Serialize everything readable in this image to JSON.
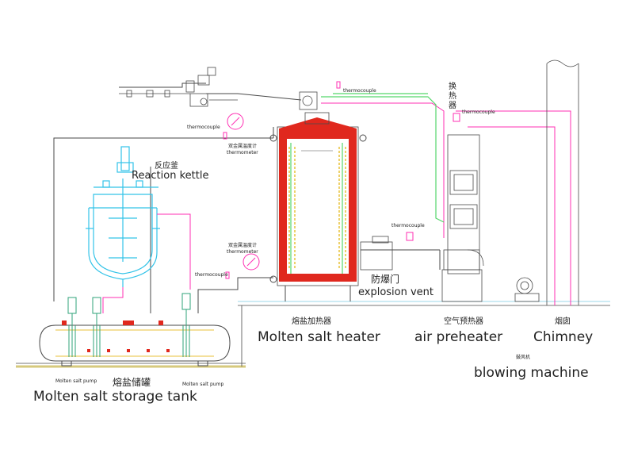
{
  "labels": {
    "reaction_kettle_cn": "反应釜",
    "reaction_kettle_en": "Reaction kettle",
    "thermocouple": "thermocouple",
    "thermometer_cn": "双金属温度计",
    "thermometer_en": "thermometer",
    "explosion_vent_cn": "防爆门",
    "explosion_vent_en": "explosion vent",
    "heater_cn": "熔盐加热器",
    "heater_en": "Molten salt heater",
    "preheater_cn": "空气预热器",
    "preheater_en": "air preheater",
    "chimney_cn": "烟囱",
    "chimney_en": "Chimney",
    "blower_cn": "鼓风机",
    "blower_en": "blowing machine",
    "storage_cn": "熔盐储罐",
    "storage_en": "Molten salt storage tank",
    "pump": "Molten salt pump",
    "preheater_vertical_cn": "换热器"
  },
  "colors": {
    "line": "#4a4a4a",
    "heater_red": "#e0281e",
    "kettle_cyan": "#33c3e8",
    "pipe_magenta": "#ff2fb3",
    "pipe_green": "#55d66b",
    "coil_yellow": "#e8c23a",
    "ground": "#d6c97c",
    "pump_green": "#2fa37a"
  }
}
